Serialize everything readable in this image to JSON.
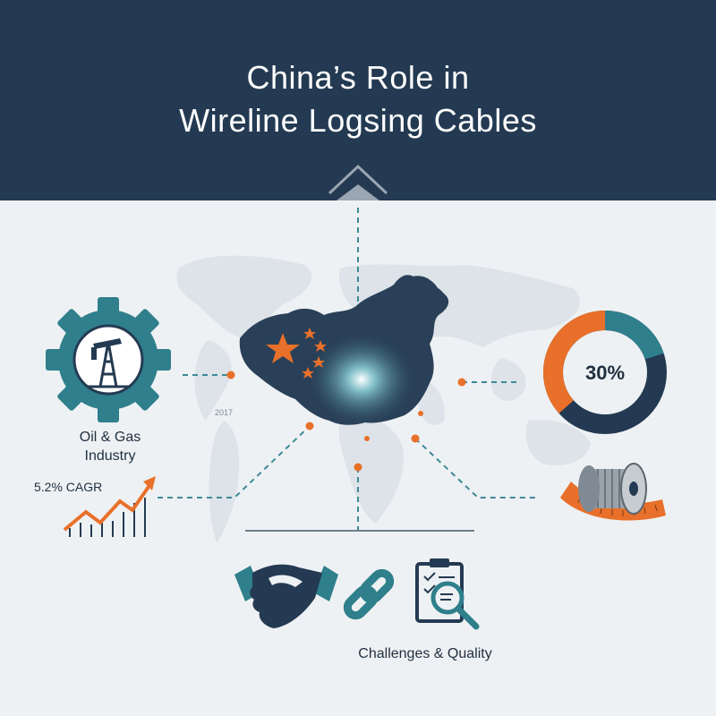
{
  "header": {
    "title_line1": "China’s Role in",
    "title_line2": "Wireline Logsing Cables"
  },
  "left": {
    "industry_label": "Oil & Gas\nIndustry",
    "cagr_label": "5.2% CAGR",
    "year_label": "2017"
  },
  "right": {
    "share_label": "30%",
    "share_value": 30
  },
  "bottom": {
    "caption": "Challenges & Quality"
  },
  "icons": [
    "chevron-up-icon",
    "gear-oil-rig-icon",
    "growth-chart-icon",
    "china-map-icon",
    "star-icon",
    "donut-chart-icon",
    "cable-spool-icon",
    "measuring-tape-icon",
    "handshake-icon",
    "chain-link-icon",
    "clipboard-magnifier-icon"
  ],
  "colors": {
    "navy": "#243a52",
    "teal": "#2f7f8c",
    "orange": "#e8702a",
    "background": "#eef1f3"
  }
}
